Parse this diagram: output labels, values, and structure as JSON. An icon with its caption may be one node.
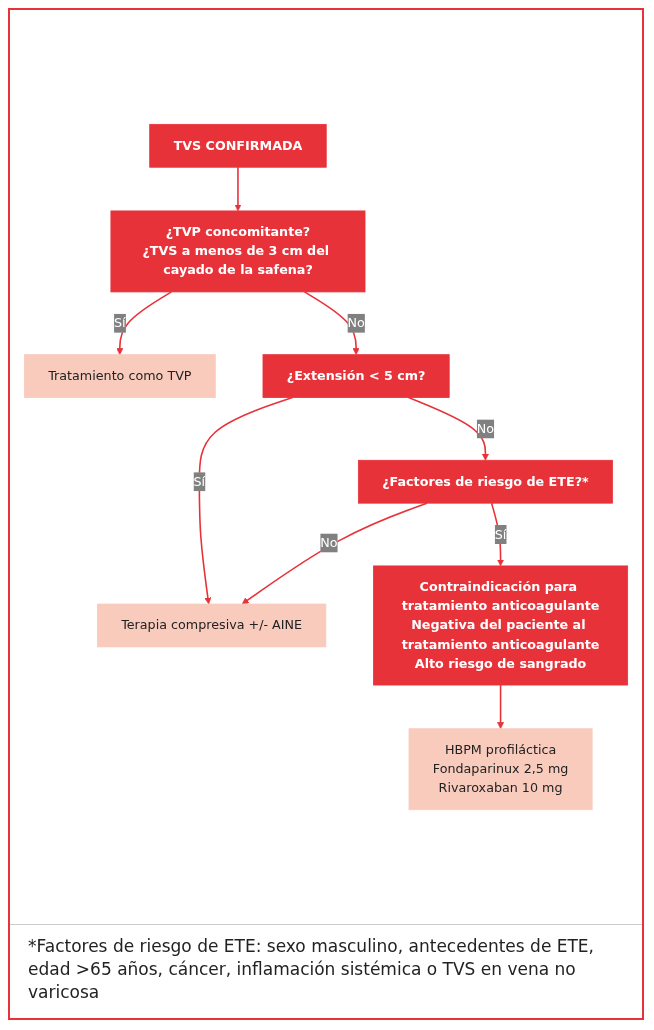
{
  "diagram": {
    "caption": "*Factores de riesgo de ETE: sexo masculino, antecedentes de ETE, edad >65 años, cáncer, inflamación sistémica o TVS en vena no varicosa",
    "nodes": [
      {
        "text": [
          "TVS CONFIRMADA"
        ]
      },
      {
        "text": [
          "¿TVP concomitante?",
          "¿TVS a menos de 3 cm del cayado de la safena?"
        ]
      },
      {
        "text": [
          "Tratamiento como TVP"
        ]
      },
      {
        "text": [
          "¿Extensión < 5 cm?"
        ]
      },
      {
        "text": [
          "Terapia compresiva +/- AINE"
        ]
      },
      {
        "text": [
          "¿Factores de riesgo de ETE?*"
        ]
      },
      {
        "text": [
          "Contraindicación para tratamiento anticoagulante",
          "Negativa del paciente al tratamiento anticoagulante",
          "Alto riesgo de sangrado"
        ]
      },
      {
        "text": [
          "HBPM profiláctica",
          "Fondaparinux 2,5 mg",
          "Rivaroxaban 10 mg"
        ]
      }
    ],
    "edges": [
      {
        "from": 0,
        "to": 1,
        "arrow": "to"
      },
      {
        "from": 1,
        "to": 2,
        "arrow": "to",
        "label": "Sí"
      },
      {
        "from": 1,
        "to": 3,
        "arrow": "to",
        "label": "No"
      },
      {
        "from": 3,
        "to": 4,
        "arrow": "to",
        "label": "Sí"
      },
      {
        "from": 3,
        "to": 5,
        "arrow": "to",
        "label": "No"
      },
      {
        "from": 5,
        "to": 4,
        "arrow": "to",
        "label": "No"
      },
      {
        "from": 5,
        "to": 6,
        "arrow": "to",
        "label": "Sí"
      },
      {
        "from": 6,
        "to": 7,
        "arrow": "to"
      }
    ]
  }
}
